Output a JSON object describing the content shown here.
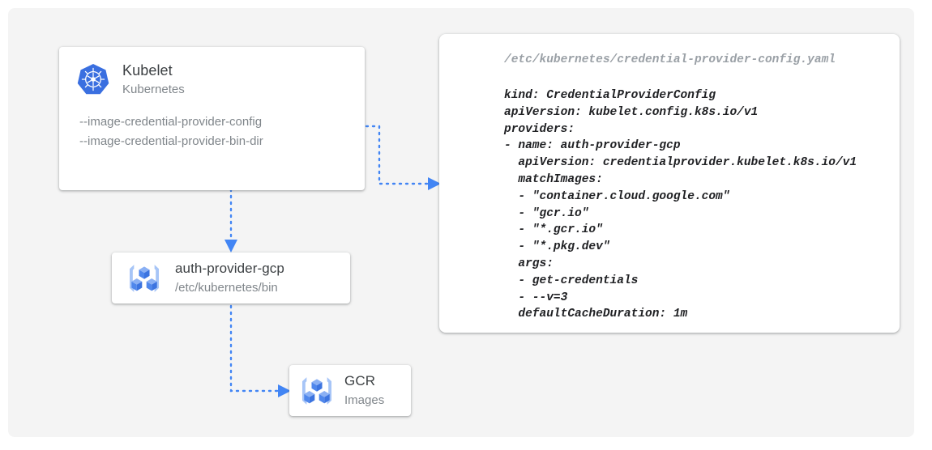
{
  "canvas": {
    "background_color": "#f4f4f4",
    "page_background_color": "#ffffff"
  },
  "accent_color": "#4285f4",
  "nodes": {
    "kubelet": {
      "icon": "kubernetes-logo-icon",
      "title": "Kubelet",
      "subtitle": "Kubernetes",
      "flags": [
        "--image-credential-provider-config",
        "--image-credential-provider-bin-dir"
      ]
    },
    "auth_provider": {
      "icon": "container-registry-icon",
      "title": "auth-provider-gcp",
      "subtitle": "/etc/kubernetes/bin"
    },
    "gcr": {
      "icon": "container-registry-icon",
      "title": "GCR",
      "subtitle": "Images"
    }
  },
  "yaml_panel": {
    "path": "/etc/kubernetes/credential-provider-config.yaml",
    "lines": [
      "kind: CredentialProviderConfig",
      "apiVersion: kubelet.config.k8s.io/v1",
      "providers:",
      "- name: auth-provider-gcp",
      "  apiVersion: credentialprovider.kubelet.k8s.io/v1",
      "  matchImages:",
      "  - \"container.cloud.google.com\"",
      "  - \"gcr.io\"",
      "  - \"*.gcr.io\"",
      "  - \"*.pkg.dev\"",
      "  args:",
      "  - get-credentials",
      "  - --v=3",
      "  defaultCacheDuration: 1m"
    ]
  },
  "connectors": [
    {
      "name": "kubelet-to-yaml",
      "from": "kubelet",
      "to": "yaml_panel",
      "style": "dotted",
      "color": "#4285f4"
    },
    {
      "name": "kubelet-to-auth-provider",
      "from": "kubelet",
      "to": "auth_provider",
      "style": "dotted",
      "color": "#4285f4"
    },
    {
      "name": "auth-provider-to-gcr",
      "from": "auth_provider",
      "to": "gcr",
      "style": "dotted",
      "color": "#4285f4"
    }
  ]
}
